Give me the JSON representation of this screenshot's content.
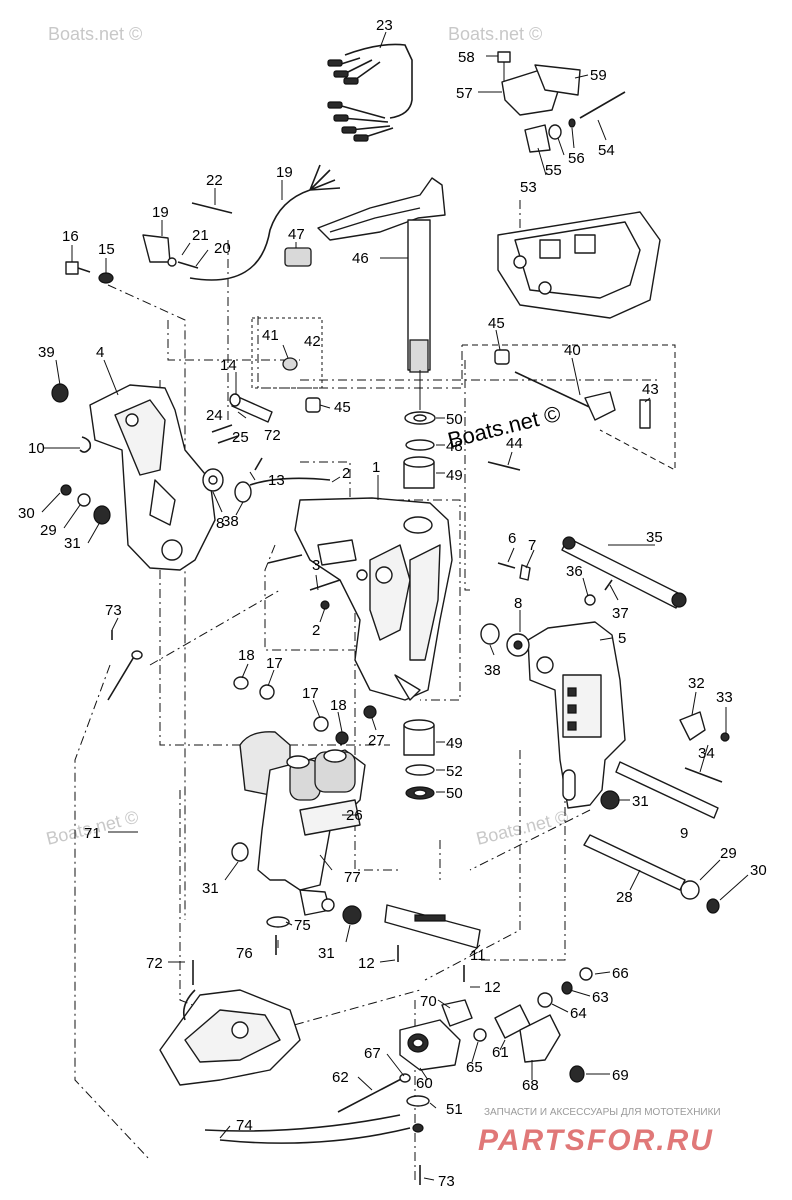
{
  "watermarks": {
    "top_left": "Boats.net ©",
    "top_mid": "Boats.net ©",
    "center": "Boats.net ©",
    "left_mid": "Boats.net ©",
    "right_mid": "Boats.net ©"
  },
  "brand": {
    "subtitle": "ЗАПЧАСТИ И АКСЕССУАРЫ ДЛЯ МОТОТЕХНИКИ",
    "logo": "PARTSFOR.RU"
  },
  "callouts": {
    "c1": "1",
    "c2a": "2",
    "c2b": "2",
    "c3": "3",
    "c4": "4",
    "c5": "5",
    "c6": "6",
    "c7": "7",
    "c8a": "8",
    "c8b": "8",
    "c9": "9",
    "c10": "10",
    "c11": "11",
    "c12a": "12",
    "c12b": "12",
    "c13": "13",
    "c14": "14",
    "c15": "15",
    "c16": "16",
    "c17a": "17",
    "c17b": "17",
    "c18a": "18",
    "c18b": "18",
    "c19a": "19",
    "c19b": "19",
    "c20": "20",
    "c21": "21",
    "c22": "22",
    "c23": "23",
    "c24": "24",
    "c25": "25",
    "c26": "26",
    "c27": "27",
    "c28": "28",
    "c29a": "29",
    "c29b": "29",
    "c30a": "30",
    "c30b": "30",
    "c31a": "31",
    "c31b": "31",
    "c31c": "31",
    "c31d": "31",
    "c32": "32",
    "c33": "33",
    "c34": "34",
    "c35": "35",
    "c36": "36",
    "c37": "37",
    "c38a": "38",
    "c38b": "38",
    "c39": "39",
    "c40": "40",
    "c41": "41",
    "c42": "42",
    "c43": "43",
    "c44": "44",
    "c45a": "45",
    "c45b": "45",
    "c46": "46",
    "c47": "47",
    "c48": "48",
    "c49a": "49",
    "c49b": "49",
    "c50a": "50",
    "c50b": "50",
    "c51": "51",
    "c52": "52",
    "c53": "53",
    "c54": "54",
    "c55": "55",
    "c56": "56",
    "c57": "57",
    "c58": "58",
    "c59": "59",
    "c60": "60",
    "c61": "61",
    "c62": "62",
    "c63": "63",
    "c64": "64",
    "c65": "65",
    "c66": "66",
    "c67": "67",
    "c68": "68",
    "c69": "69",
    "c70": "70",
    "c71": "71",
    "c72a": "72",
    "c72b": "72",
    "c73a": "73",
    "c73b": "73",
    "c74": "74",
    "c75": "75",
    "c76": "76",
    "c77": "77"
  }
}
